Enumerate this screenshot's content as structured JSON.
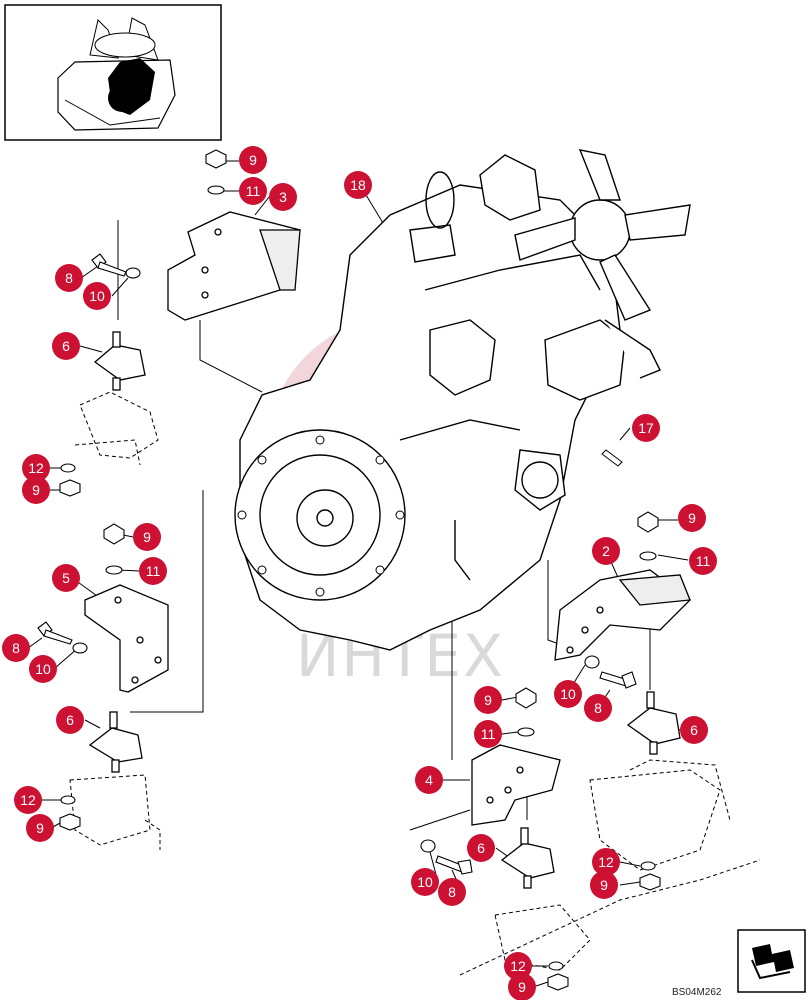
{
  "diagram": {
    "document_code": "BS04M262",
    "watermark": "ИНТЕХ",
    "callout_color": "#cc1133",
    "callouts": [
      {
        "id": "c9a",
        "label": "9"
      },
      {
        "id": "c11a",
        "label": "11"
      },
      {
        "id": "c3",
        "label": "3"
      },
      {
        "id": "c18",
        "label": "18"
      },
      {
        "id": "c8a",
        "label": "8"
      },
      {
        "id": "c10a",
        "label": "10"
      },
      {
        "id": "c6a",
        "label": "6"
      },
      {
        "id": "c12a",
        "label": "12"
      },
      {
        "id": "c9b",
        "label": "9"
      },
      {
        "id": "c17",
        "label": "17"
      },
      {
        "id": "c9c",
        "label": "9"
      },
      {
        "id": "c11b",
        "label": "11"
      },
      {
        "id": "c5",
        "label": "5"
      },
      {
        "id": "c8b",
        "label": "8"
      },
      {
        "id": "c10b",
        "label": "10"
      },
      {
        "id": "c6b",
        "label": "6"
      },
      {
        "id": "c12b",
        "label": "12"
      },
      {
        "id": "c9d",
        "label": "9"
      },
      {
        "id": "c9e",
        "label": "9"
      },
      {
        "id": "c2",
        "label": "2"
      },
      {
        "id": "c11c",
        "label": "11"
      },
      {
        "id": "c10c",
        "label": "10"
      },
      {
        "id": "c8c",
        "label": "8"
      },
      {
        "id": "c6c",
        "label": "6"
      },
      {
        "id": "c9f",
        "label": "9"
      },
      {
        "id": "c11d",
        "label": "11"
      },
      {
        "id": "c4",
        "label": "4"
      },
      {
        "id": "c6d",
        "label": "6"
      },
      {
        "id": "c10d",
        "label": "10"
      },
      {
        "id": "c8d",
        "label": "8"
      },
      {
        "id": "c12c",
        "label": "12"
      },
      {
        "id": "c9g",
        "label": "9"
      },
      {
        "id": "c12d",
        "label": "12"
      },
      {
        "id": "c9h",
        "label": "9"
      }
    ]
  }
}
